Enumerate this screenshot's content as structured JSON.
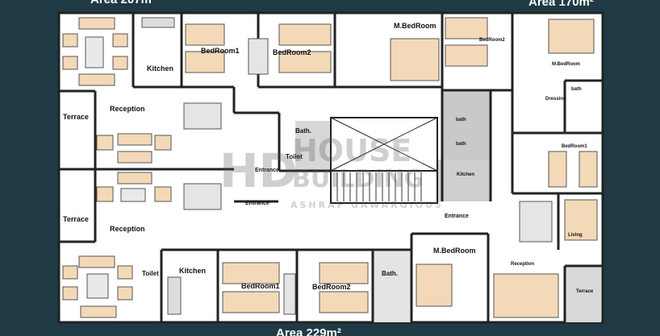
{
  "plan": {
    "area_top_left": "Area 207m",
    "area_top_right": "Area 170m²",
    "area_bottom": "Area 229m²",
    "watermark": {
      "mark": "HD",
      "line1": "HOUSE",
      "line2": "BUILDING",
      "line3": "ASHRAF GAWARGIOUS"
    },
    "colors": {
      "background": "#1f3a44",
      "floor": "#ffffff",
      "wall": "#222222",
      "furniture": "#f3d9b8",
      "label": "#111111"
    },
    "labels": {
      "kitchen_top": "Kitchen",
      "bedroom1_top": "BedRoom1",
      "bedroom2_top": "BedRoom2",
      "mbedroom_top": "M.BedRoom",
      "terrace_1": "Terrace",
      "reception_1": "Reception",
      "bath_center": "Bath.",
      "toilet_center": "Toilet",
      "entrance_center": "Entrance",
      "bath_right_1": "bath",
      "bath_right_2": "bath",
      "kitchen_right": "Kitchen",
      "bedroom2_right": "BedRoom2",
      "mbedroom_right": "M.BedRoom",
      "bath_right_3": "bath",
      "dressing": "Dressing",
      "bedroom1_right": "BedRoom1",
      "terrace_2": "Terrace",
      "reception_2": "Reception",
      "entrance_left": "Entrance",
      "entrance_right": "Entrance",
      "living": "Living",
      "reception_right": "Reception",
      "terrace_right": "Terrace",
      "toilet_bottom": "Toilet",
      "kitchen_bottom": "Kitchen",
      "bedroom1_bottom": "BedRoom1",
      "bedroom2_bottom": "BedRoom2",
      "bath_bottom": "Bath.",
      "mbedroom_bottom": "M.BedRoom"
    }
  }
}
